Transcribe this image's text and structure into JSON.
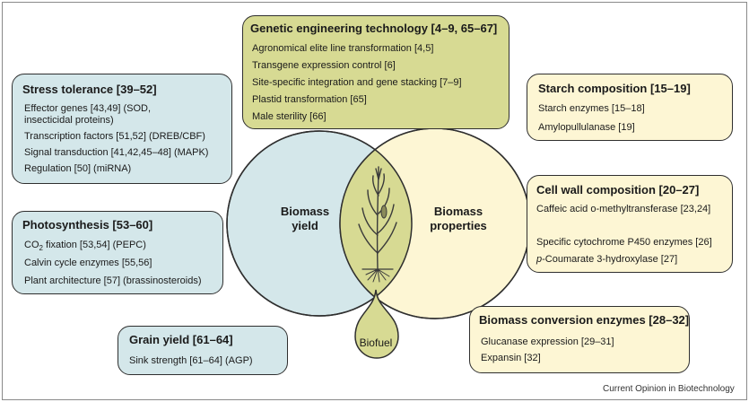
{
  "genetic": {
    "title": "Genetic engineering technology [4–9, 65–67]",
    "items": [
      "Agronomical elite line transformation [4,5]",
      "Transgene expression control [6]",
      "Site-specific integration and gene stacking [7–9]",
      "Plastid transformation [65]",
      "Male sterility [66]"
    ]
  },
  "stress": {
    "title": "Stress tolerance [39–52]",
    "items": [
      "Effector genes [43,49] (SOD,",
      "insecticidal proteins)",
      "Transcription factors [51,52] (DREB/CBF)",
      "Signal transduction [41,42,45–48] (MAPK)",
      "Regulation [50] (miRNA)"
    ]
  },
  "photosynthesis": {
    "title": "Photosynthesis [53–60]",
    "items": {
      "co2_prefix": "CO",
      "co2_sub": "2",
      "co2_rest": " fixation [53,54] (PEPC)",
      "calvin": "Calvin cycle enzymes [55,56]",
      "architecture": "Plant architecture [57] (brassinosteroids)"
    }
  },
  "grain": {
    "title": "Grain yield [61–64]",
    "items": [
      "Sink strength [61–64] (AGP)"
    ]
  },
  "starch": {
    "title": "Starch composition [15–19]",
    "items": [
      "Starch enzymes [15–18]",
      "Amylopullulanase [19]"
    ]
  },
  "cellwall": {
    "title": "Cell wall composition [20–27]",
    "items": {
      "caffeic": "Caffeic acid o-methyltransferase [23,24]",
      "p450": "Specific cytochrome P450 enzymes  [26]",
      "coumarate_italic": "p",
      "coumarate_rest": "-Coumarate 3-hydroxylase [27]"
    }
  },
  "conversion": {
    "title": "Biomass conversion enzymes [28–32]",
    "items": [
      "Glucanase expression [29–31]",
      "Expansin [32]"
    ]
  },
  "venn": {
    "left_line1": "Biomass",
    "left_line2": "yield",
    "right_line1": "Biomass",
    "right_line2": "properties",
    "drop": "Biofuel"
  },
  "credit": "Current Opinion in Biotechnology",
  "colors": {
    "blue_fill": "#d4e7ea",
    "cream_fill": "#fdf6d4",
    "olive_fill": "#d7da93",
    "outline": "#2f2f2f"
  }
}
